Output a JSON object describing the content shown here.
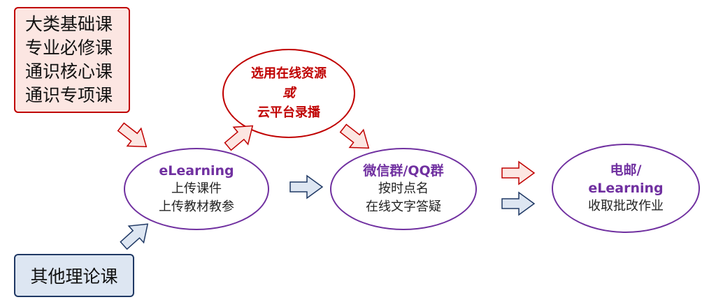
{
  "course_boxes": {
    "red": [
      "大类基础课",
      "专业必修课",
      "通识核心课",
      "通识专项课"
    ],
    "blue": "其他理论课"
  },
  "nodes": {
    "resources": {
      "line1": "选用在线资源",
      "or": "或",
      "line2": "云平台录播"
    },
    "elearning": {
      "title": "eLearning",
      "lines": [
        "上传课件",
        "上传教材教参"
      ]
    },
    "wechat": {
      "title": "微信群/QQ群",
      "lines": [
        "按时点名",
        "在线文字答疑"
      ]
    },
    "email": {
      "title": "电邮/",
      "title2": "eLearning",
      "lines": [
        "收取批改作业"
      ]
    }
  },
  "colors": {
    "red_border": "#c00000",
    "red_fill": "#fce6e2",
    "blue_border": "#1f3864",
    "blue_fill": "#dde6f2",
    "purple": "#7030a0"
  }
}
